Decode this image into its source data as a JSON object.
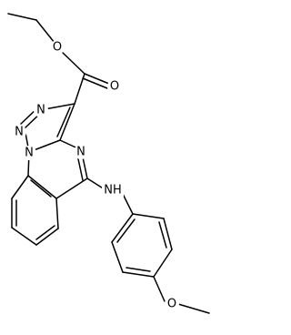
{
  "molecule": {
    "labels": {
      "ester_carbonyl_o": "O",
      "ester_ether_o": "O",
      "triazole_n1": "N",
      "triazole_n2": "N",
      "triazole_n3": "N",
      "pyrimidine_n": "N",
      "amine_n": "NH",
      "methoxy_o": "O"
    }
  },
  "colors": {
    "bond": "#000000",
    "text": "#000000",
    "background": "#ffffff"
  }
}
